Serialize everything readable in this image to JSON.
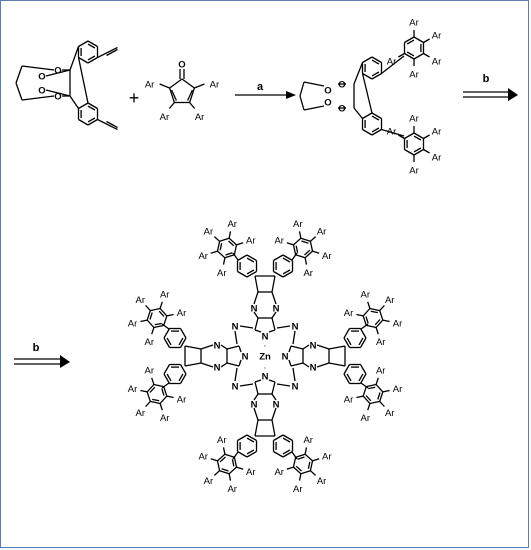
{
  "labels": {
    "aryl": "Ar",
    "oxygen": "O",
    "nitrogen": "N",
    "metal": "Zn",
    "plus": "+",
    "step_a": "a",
    "step_b": "b"
  },
  "colors": {
    "frame": "#5b7fb0",
    "ink": "#000000"
  }
}
